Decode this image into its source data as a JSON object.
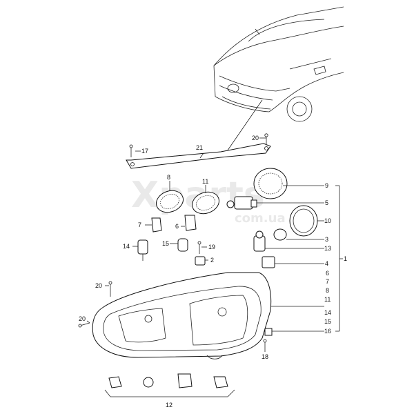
{
  "watermark": {
    "brand": "Xparts",
    "domain": "com.ua"
  },
  "callouts": {
    "c1": "1",
    "c2": "2",
    "c3": "3",
    "c4": "4",
    "c5": "5",
    "c6": "6",
    "c7": "7",
    "c8": "8",
    "c9": "9",
    "c10": "10",
    "c11": "11",
    "c12": "12",
    "c13": "13",
    "c14": "14",
    "c15": "15",
    "c16": "16",
    "c17": "17",
    "c18": "18",
    "c19": "19",
    "c20": "20",
    "c21": "21"
  }
}
